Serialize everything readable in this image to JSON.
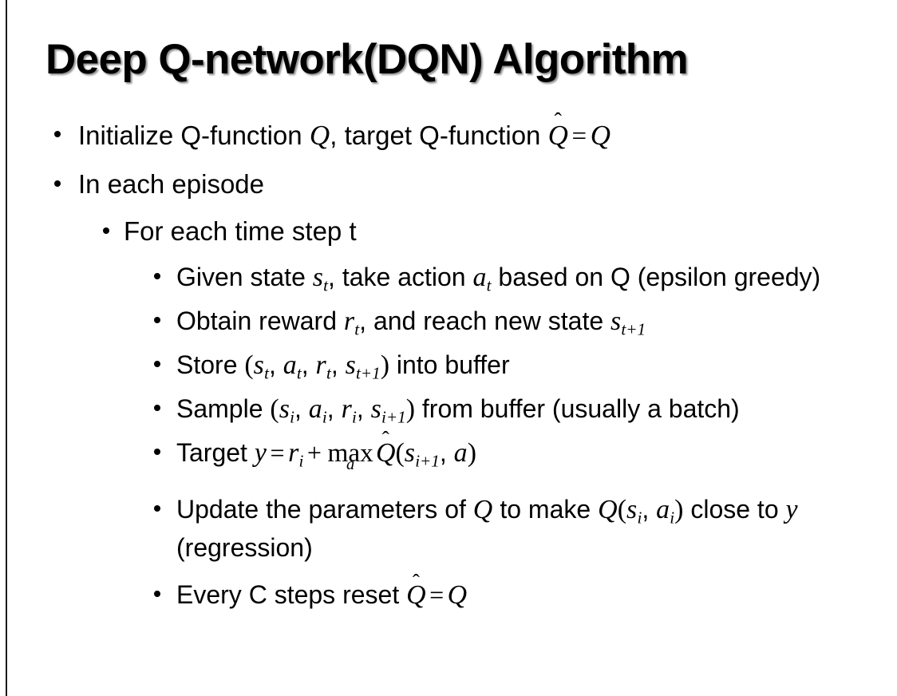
{
  "slide": {
    "title": "Deep Q-network(DQN) Algorithm",
    "background_color": "#ffffff",
    "text_color": "#000000",
    "accent_rule_color": "#1a1a1a"
  },
  "bullets": {
    "initialize": {
      "pre": "Initialize Q-function ",
      "var_q1": "Q",
      "mid": ", target Q-function ",
      "var_qhat": "Q",
      "hat": "̂",
      "equals": "=",
      "var_q2": "Q"
    },
    "each_episode": "In each episode",
    "each_time_step": "For each time step t",
    "given_state": {
      "pre": "Given state ",
      "var_s": "s",
      "sub_s": "t",
      "mid": ", take action ",
      "var_a": "a",
      "sub_a": "t",
      "post": " based on Q (epsilon greedy)"
    },
    "obtain_reward": {
      "pre": "Obtain reward ",
      "var_r": "r",
      "sub_r": "t",
      "mid": ", and reach new state ",
      "var_s": "s",
      "sub_s": "t+1"
    },
    "store": {
      "pre": "Store ",
      "open": "(",
      "var_s": "s",
      "sub_s": "t",
      "sep1": ", ",
      "var_a": "a",
      "sub_a": "t",
      "sep2": ", ",
      "var_r": "r",
      "sub_r": "t",
      "sep3": ", ",
      "var_s2": "s",
      "sub_s2": "t+1",
      "close": ")",
      "post": " into buffer"
    },
    "sample": {
      "pre": "Sample ",
      "open": "(",
      "var_s": "s",
      "sub_s": "i",
      "sep1": ", ",
      "var_a": "a",
      "sub_a": "i",
      "sep2": ", ",
      "var_r": "r",
      "sub_r": "i",
      "sep3": ", ",
      "var_s2": "s",
      "sub_s2": "i+1",
      "close": ")",
      "post": " from buffer (usually a batch)"
    },
    "target": {
      "pre": "Target ",
      "var_y": "y",
      "equals": "=",
      "var_r": "r",
      "sub_r": "i",
      "plus": "+",
      "max_op": "max",
      "max_sub": "a",
      "var_qhat": "Q",
      "hat": "̂",
      "open": "(",
      "var_s": "s",
      "sub_s": "i+1",
      "sep": ", ",
      "var_a": "a",
      "close": ")"
    },
    "update": {
      "pre": "Update the parameters of ",
      "var_q1": "Q",
      "mid": " to make ",
      "var_q2": "Q",
      "open": "(",
      "var_s": "s",
      "sub_s": "i",
      "sep": ", ",
      "var_a": "a",
      "sub_a": "i",
      "close": ")",
      "post": " close to ",
      "var_y": "y",
      "tail": " (regression)"
    },
    "reset": {
      "pre": "Every C steps reset ",
      "var_qhat": "Q",
      "hat": "̂",
      "equals": "=",
      "var_q": "Q"
    }
  }
}
